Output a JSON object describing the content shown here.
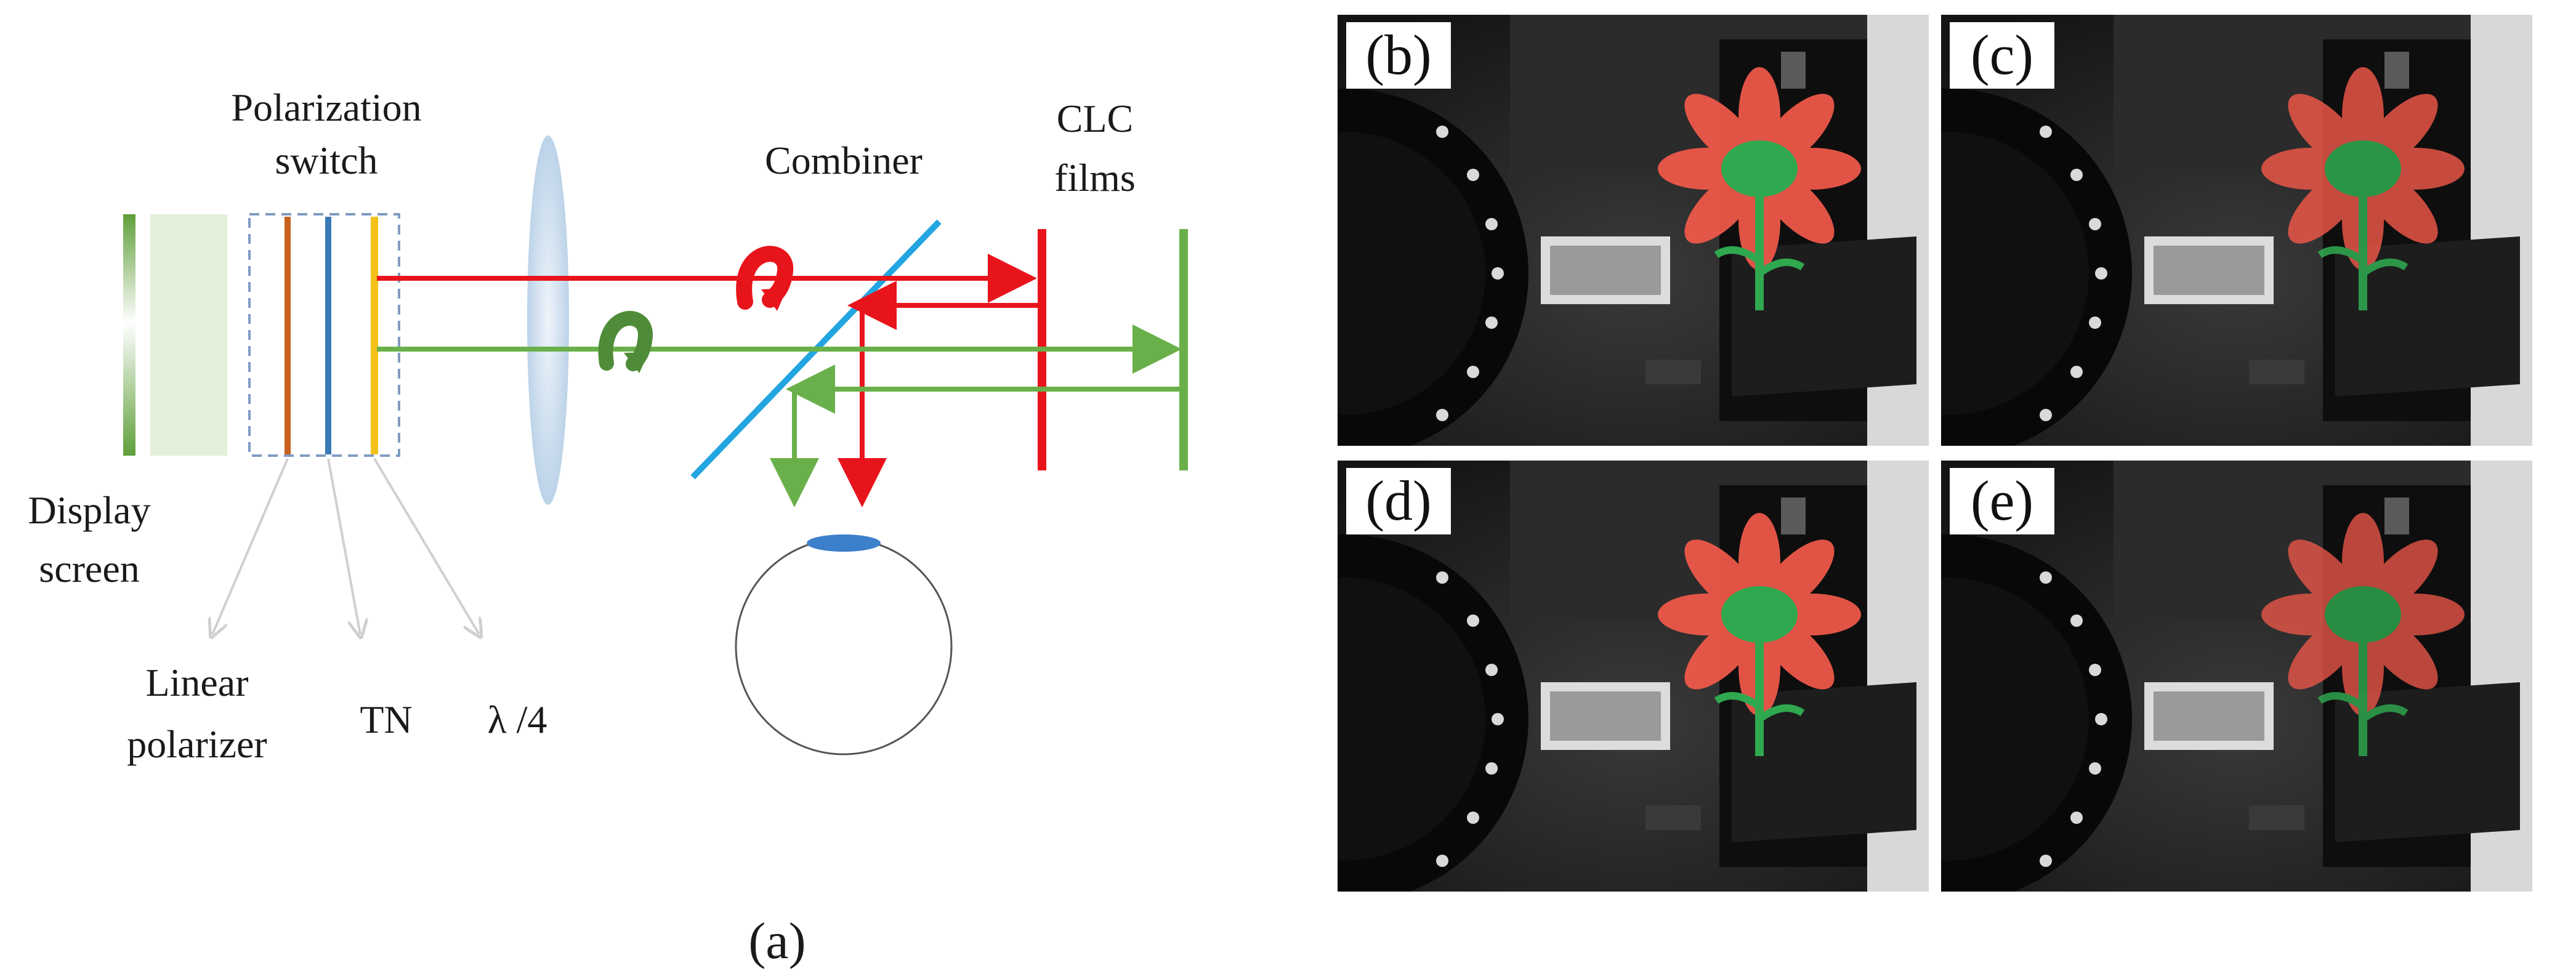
{
  "diagram": {
    "labels": {
      "polarization_switch_line1": "Polarization",
      "polarization_switch_line2": "switch",
      "combiner": "Combiner",
      "clc_line1": "CLC",
      "clc_line2": "films",
      "display_line1": "Display",
      "display_line2": "screen",
      "linear_line1": "Linear",
      "linear_line2": "polarizer",
      "tn": "TN",
      "quarter_wave": "λ /4"
    },
    "caption": "(a)",
    "colors": {
      "red_beam": "#e8141b",
      "green_beam": "#6ab04a",
      "combiner": "#22a5e0",
      "linear_polarizer": "#c8601e",
      "tn": "#3a78b5",
      "quarter_wave": "#f2c21a",
      "lens": "#cfe0ef",
      "eye_pupil": "#3c7fcb",
      "pointer": "#d0d0d0"
    }
  },
  "photos": [
    {
      "tag": "(b)"
    },
    {
      "tag": "(c)"
    },
    {
      "tag": "(d)"
    },
    {
      "tag": "(e)"
    }
  ]
}
